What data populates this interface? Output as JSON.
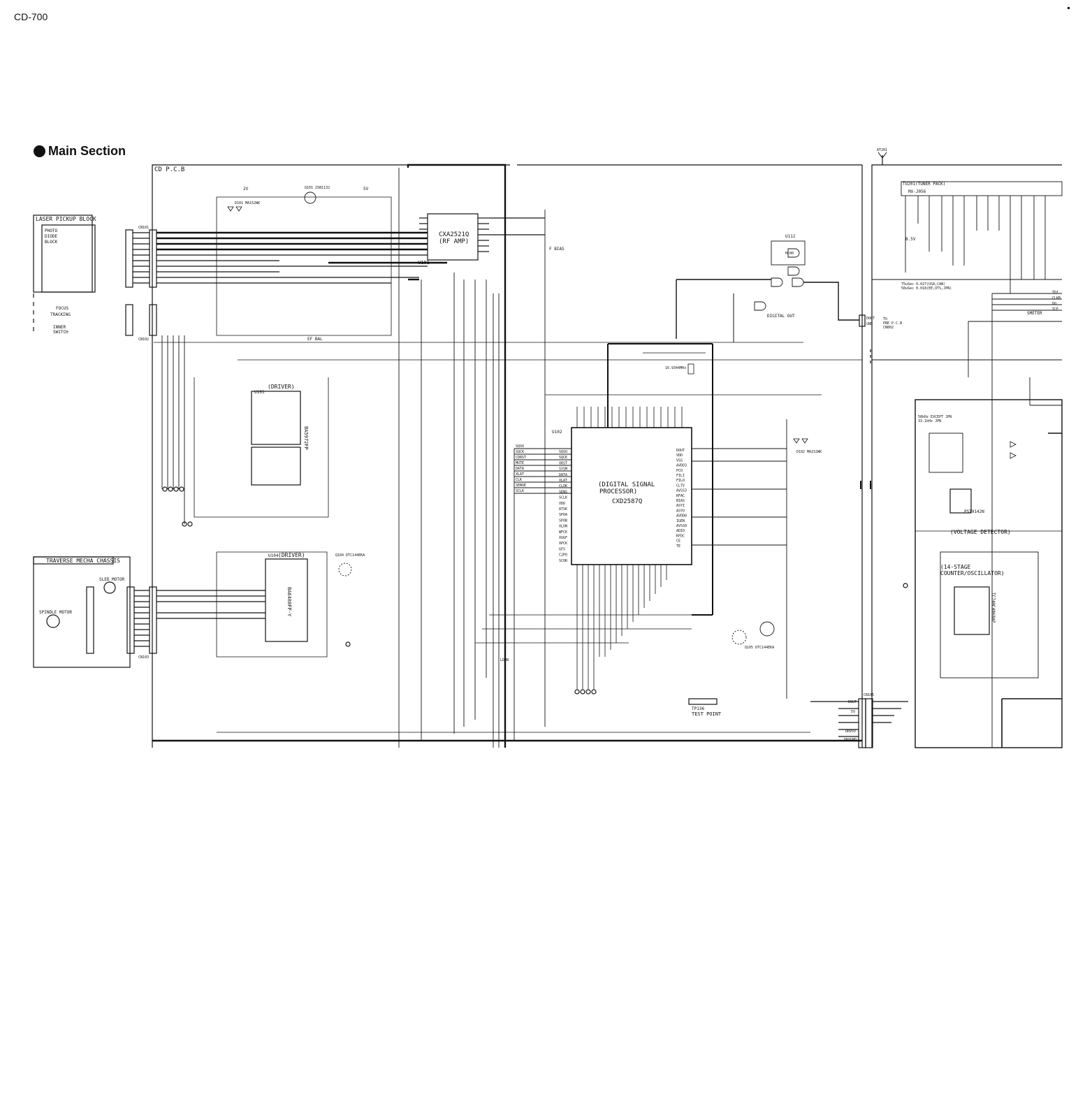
{
  "page": {
    "model": "CD-700",
    "section_title": "Main Section"
  },
  "boards": {
    "cd_pcb": "CD P.C.B",
    "laser_pickup": "LASER PICKUP BLOCK",
    "traverse": "TRAVERSE MECHA CHASSIS",
    "photo_diode": [
      "PHOTO",
      "DIODE",
      "BLOCK"
    ],
    "focus": "FOCUS",
    "tracking": "TRACKING",
    "inner_switch": [
      "INNER",
      "SWITCH"
    ],
    "sled_motor": "SLED MOTOR",
    "spindle_motor": "SPINDLE MOTOR"
  },
  "ics": {
    "rf_amp": {
      "part": "CXA2521Q",
      "function": "(RF AMP)",
      "ref": "U101"
    },
    "driver1": {
      "part": "BA5972FP",
      "function": "(DRIVER)",
      "ref": "U103"
    },
    "driver2": {
      "part": "BA6488FP-Y",
      "function": "(DRIVER)",
      "ref": "U104"
    },
    "dsp": {
      "part": "CXD2587Q",
      "function": [
        "(DIGITAL SIGNAL",
        "PROCESSOR)"
      ],
      "ref": "U102"
    },
    "hc00": "HC00",
    "u112": "U112",
    "tuner_pack": "TU201(TUNER PACK)",
    "tuner_part": "MX-J056",
    "voltage_detector": "(VOLTAGE DETECTOR)",
    "counter": [
      "(14-STAGE",
      "COUNTER/OSCILLATOR)"
    ],
    "u582": "PST9142N",
    "u583": "TC74HC4060AP"
  },
  "labels": {
    "digital_out": "DIGITAL OUT",
    "test_point": "TEST POINT",
    "tp136": "TP136",
    "ef_bal": "EF BAL",
    "f_bias": "F BIAS",
    "to_pre": [
      "TO",
      "PRE P.C.B",
      "CN802"
    ],
    "dout": "DOUT",
    "gnd": "GND",
    "cn101": "CN101",
    "cn102": "CN102",
    "cn103": "CN103",
    "cn105": "CN105",
    "at201": "AT201",
    "smeter": "SMETER",
    "dsp_left_pins": [
      "SQSO",
      "SQCK",
      "XRST",
      "SYSM",
      "DATA",
      "XLAT",
      "CLOK",
      "SENS",
      "SCLK",
      "VDD",
      "ATSK",
      "SPOA",
      "SPOB",
      "XLON",
      "WFCK",
      "XUGF",
      "XPCK",
      "GFS",
      "C2PO",
      "SCOR"
    ],
    "dsp_right_pins": [
      "DOUT",
      "VDD",
      "VSS",
      "AVDD3",
      "PCO",
      "FILI",
      "FILO",
      "CLTV",
      "AVSS3",
      "RFAC",
      "BIAS",
      "ASYI",
      "ASYO",
      "AVDD0",
      "IGEN",
      "AVSS0",
      "ADIO",
      "RFDC",
      "CE",
      "TE"
    ],
    "dsp_ctrl_signals": [
      "SQSO",
      "SQCK",
      "CDRST",
      "MUTE",
      "DATA",
      "XLAT",
      "CLK",
      "SENSE",
      "SCLK"
    ],
    "xtal": "16.9344MHz",
    "freq_note": [
      "58kHz EXCEPT JPN",
      "33.1kHz JPN"
    ],
    "deemph": [
      "75uSec 0.027(USA,CAN)",
      "50uSec 0.018(EE,OTS,JPN)"
    ],
    "tuner_sigs": [
      "TDI",
      "CLKB",
      "DO",
      "TCE"
    ],
    "diodes": [
      "D101 MA152WK",
      "D102 MA152WK"
    ],
    "transistors": [
      "Q101 2SB1132",
      "Q104 DTC144EKA",
      "Q105 DTC144EKA"
    ],
    "power": [
      "5V",
      "8.5V",
      "2V"
    ],
    "cn105_nets": [
      "DOUT",
      "5V",
      "DRV5V",
      "DRVGND",
      "LDON"
    ]
  }
}
